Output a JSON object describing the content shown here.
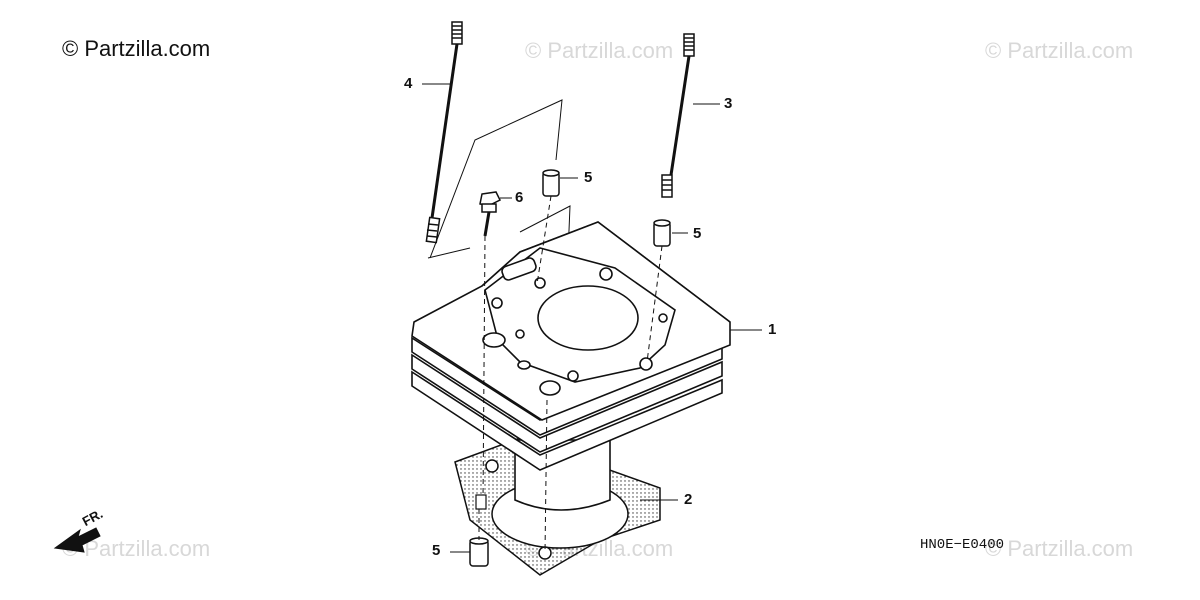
{
  "watermark": {
    "main": "© Partzilla.com",
    "faint": "© Partzilla.com"
  },
  "callouts": {
    "c1": "1",
    "c2": "2",
    "c3": "3",
    "c4": "4",
    "c5a": "5",
    "c5b": "5",
    "c5c": "5",
    "c6": "6"
  },
  "front_label": "FR.",
  "diagram_code": "HN0E−E0400"
}
